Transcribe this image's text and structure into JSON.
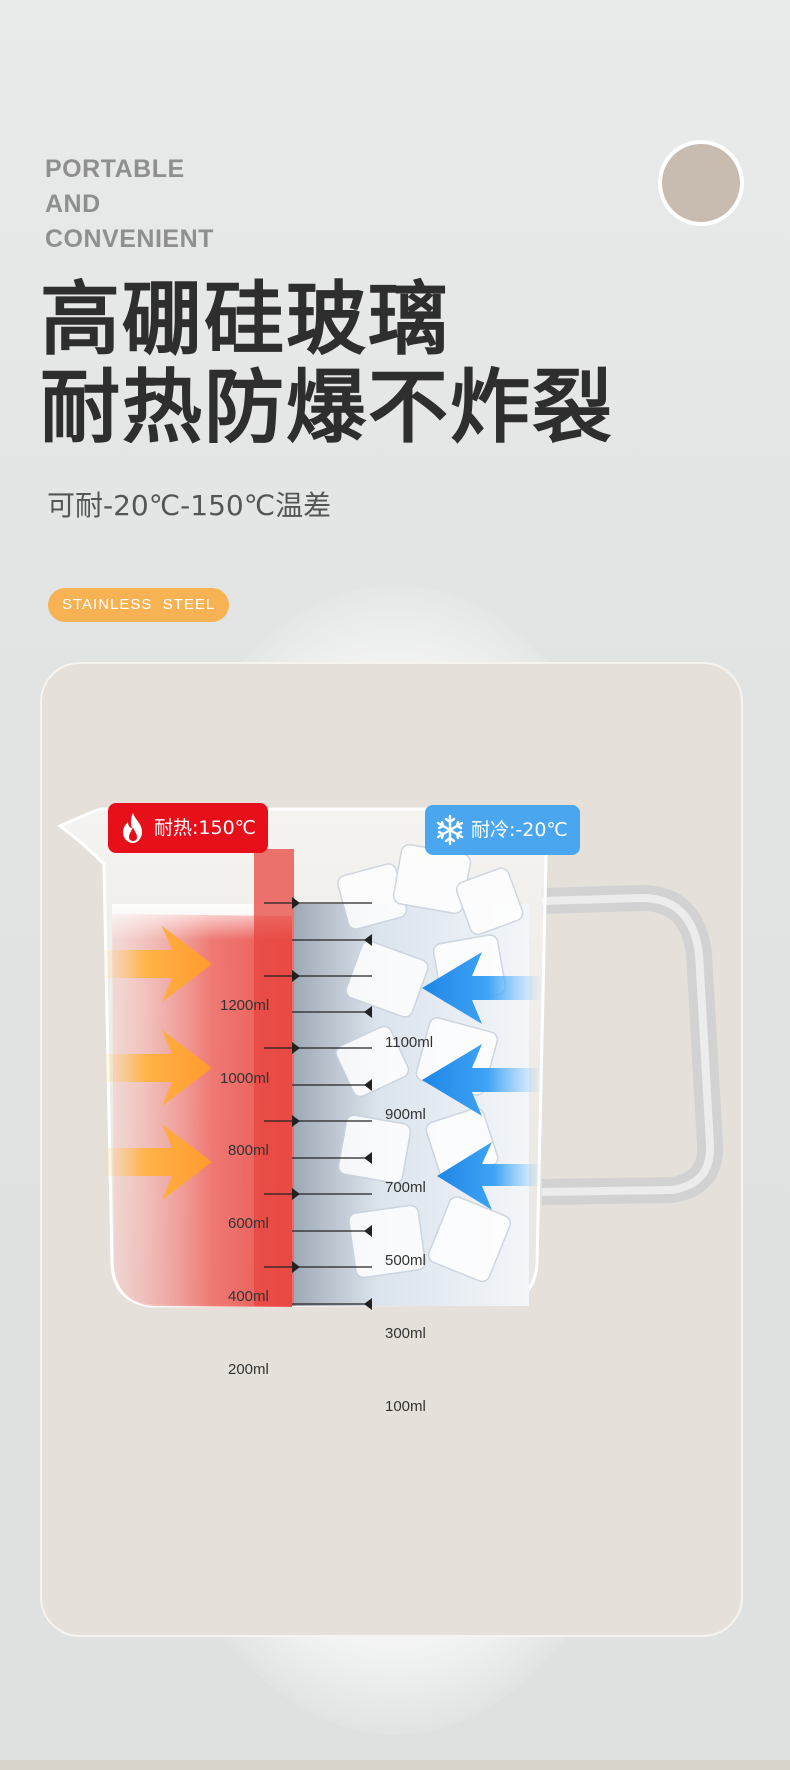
{
  "header": {
    "english_lines": [
      "PORTABLE",
      "AND",
      "CONVENIENT"
    ],
    "title_lines": [
      "高硼硅玻璃",
      "耐热防爆不炸裂"
    ],
    "subtitle": "可耐-20℃-150℃温差"
  },
  "tag": {
    "label": "STAINLESS  STEEL"
  },
  "badges": {
    "hot": {
      "label": "耐热:150℃",
      "icon": "flame-icon",
      "color": "#e60f1a"
    },
    "cold": {
      "label": "耐冷:-20℃",
      "icon": "snowflake-icon",
      "color": "#4aa7ef"
    }
  },
  "scale": {
    "left": [
      "1200ml",
      "1000ml",
      "800ml",
      "600ml",
      "400ml",
      "200ml"
    ],
    "right": [
      "1100ml",
      "900ml",
      "700ml",
      "500ml",
      "300ml",
      "100ml"
    ]
  },
  "colors": {
    "accent_orange": "#f7b253",
    "hot_red": "#e60f1a",
    "cold_blue": "#4aa7ef",
    "dot": "#c8bcb1"
  }
}
